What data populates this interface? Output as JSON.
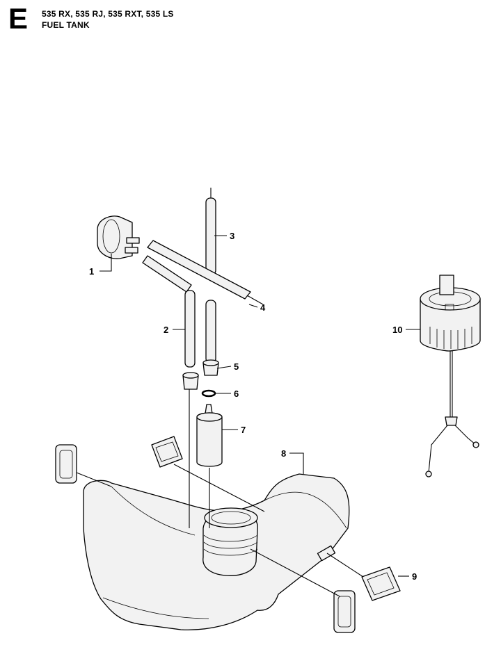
{
  "header": {
    "section_letter": "E",
    "models": "535 RX, 535 RJ, 535 RXT, 535 LS",
    "title": "FUEL TANK"
  },
  "callouts": [
    {
      "id": "1",
      "label": "1"
    },
    {
      "id": "2",
      "label": "2"
    },
    {
      "id": "3",
      "label": "3"
    },
    {
      "id": "4",
      "label": "4"
    },
    {
      "id": "5",
      "label": "5"
    },
    {
      "id": "6",
      "label": "6"
    },
    {
      "id": "7",
      "label": "7"
    },
    {
      "id": "8",
      "label": "8"
    },
    {
      "id": "9",
      "label": "9"
    },
    {
      "id": "10",
      "label": "10"
    }
  ]
}
